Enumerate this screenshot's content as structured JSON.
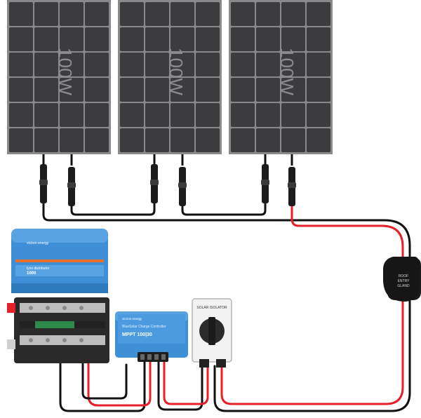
{
  "panels": [
    {
      "label": "100W"
    },
    {
      "label": "100W"
    },
    {
      "label": "100W"
    }
  ],
  "roof_gland": {
    "label_lines": [
      "ROOF",
      "ENTRY",
      "GLAND"
    ]
  },
  "solar_isolator": {
    "label": "SOLAR ISOLATOR"
  },
  "distributor": {
    "brand": "victron energy",
    "model": "lynx distributor",
    "rating": "1000"
  },
  "mppt": {
    "brand": "victron energy",
    "type": "BlueSolar Charge Controller",
    "model": "MPPT 100|30"
  },
  "colors": {
    "wire_negative": "#111111",
    "wire_positive": "#e5202a",
    "panel_cell": "#3c3c3e",
    "panel_frame": "#8a8a8c",
    "victron_blue": "#3f8fd6"
  }
}
